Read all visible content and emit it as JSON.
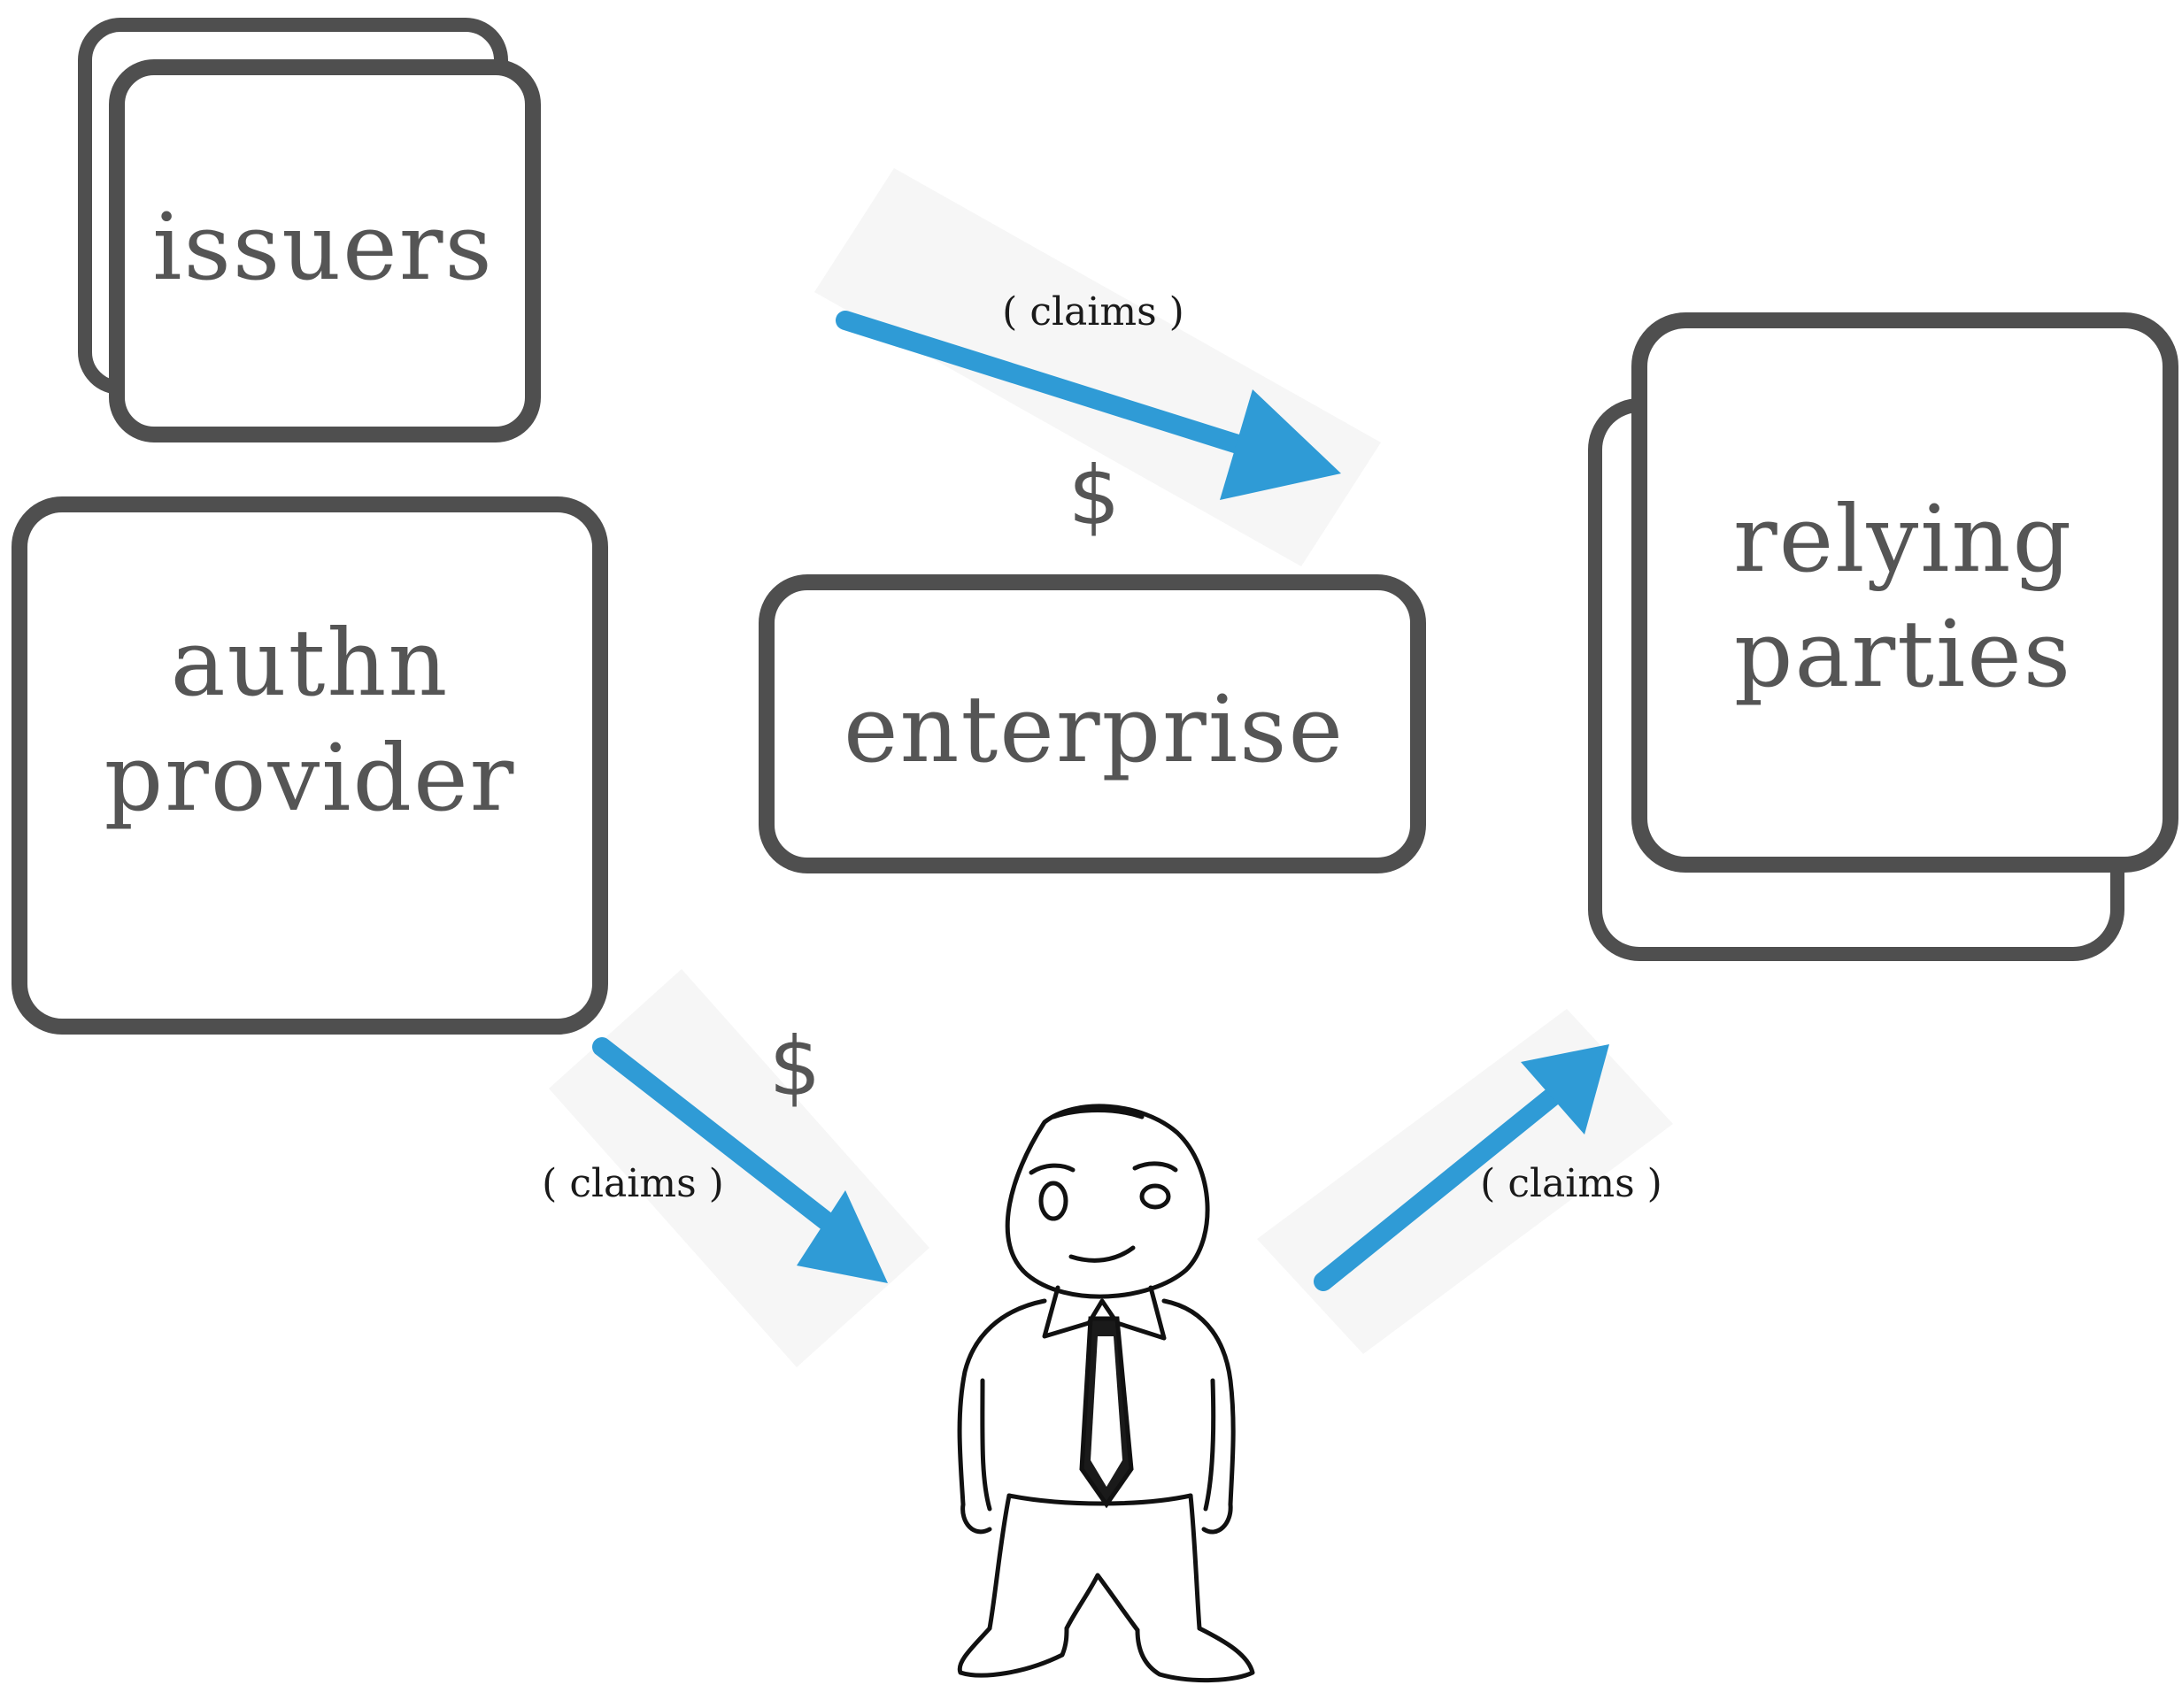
{
  "nodes": {
    "issuers": {
      "label": "issuers"
    },
    "authn_provider": {
      "line1": "authn",
      "line2": "provider"
    },
    "enterprise": {
      "label": "enterprise"
    },
    "relying_parties": {
      "line1": "relying",
      "line2": "parties"
    }
  },
  "edges": {
    "issuers_to_relying": {
      "label": "( claims )",
      "fee": "$"
    },
    "authn_to_person": {
      "label": "( claims )",
      "fee": "$"
    },
    "person_to_relying": {
      "label": "( claims )"
    }
  },
  "colors": {
    "arrow": "#2f9bd6",
    "box_stroke": "#4f4f4f",
    "box_text": "#555555"
  },
  "icons": {
    "person": "person-sketch-icon"
  }
}
